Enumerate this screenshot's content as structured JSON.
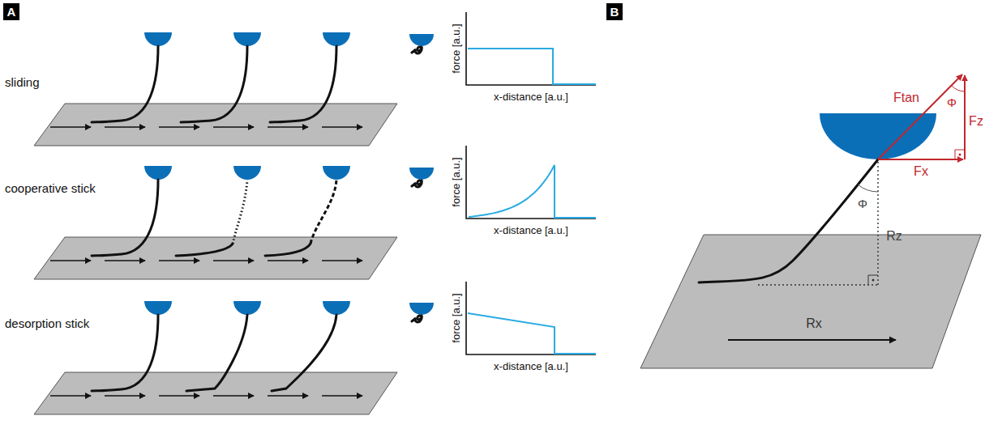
{
  "diagram": {
    "nodes": [
      {
        "text": [
          "A"
        ]
      },
      {
        "text": [
          "B"
        ]
      }
    ],
    "labels": [
      "sliding",
      "force [a.u.]",
      "x-distance [a.u.]",
      "cooperative stick",
      "force [a.u.]",
      "x-distance [a.u.]",
      "desorption stick",
      "force [a.u.]",
      "x-distance [a.u.]",
      "Ftan",
      "Φ",
      "Fz",
      "Fx",
      "Φ",
      "Rz",
      "Rx"
    ]
  }
}
